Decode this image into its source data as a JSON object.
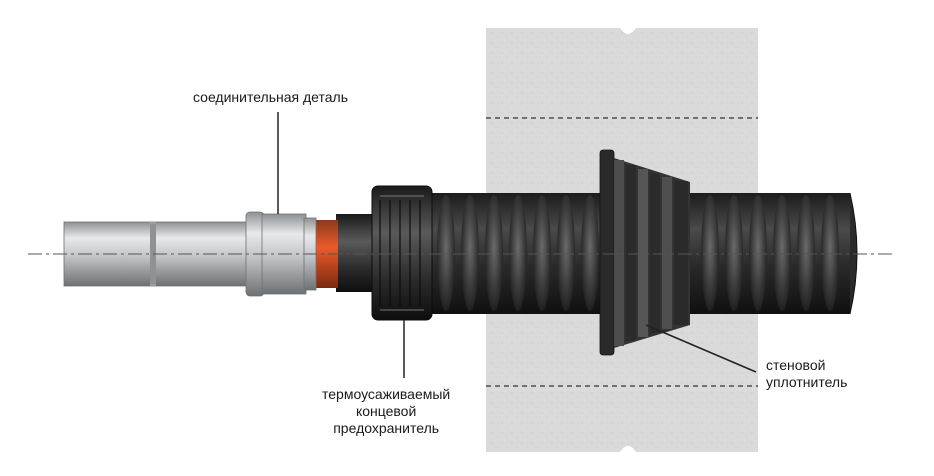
{
  "labels": {
    "coupling": "соединительная деталь",
    "end_cap": [
      "термоусаживаемый",
      "концевой",
      "предохранитель"
    ],
    "wall_seal": [
      "стеновой",
      "уплотнитель"
    ]
  },
  "colors": {
    "wall": "#dcdcdc",
    "pipe": "#2e2e2e",
    "sleeve": "#d9451f",
    "steel": "#b9bcbf"
  }
}
